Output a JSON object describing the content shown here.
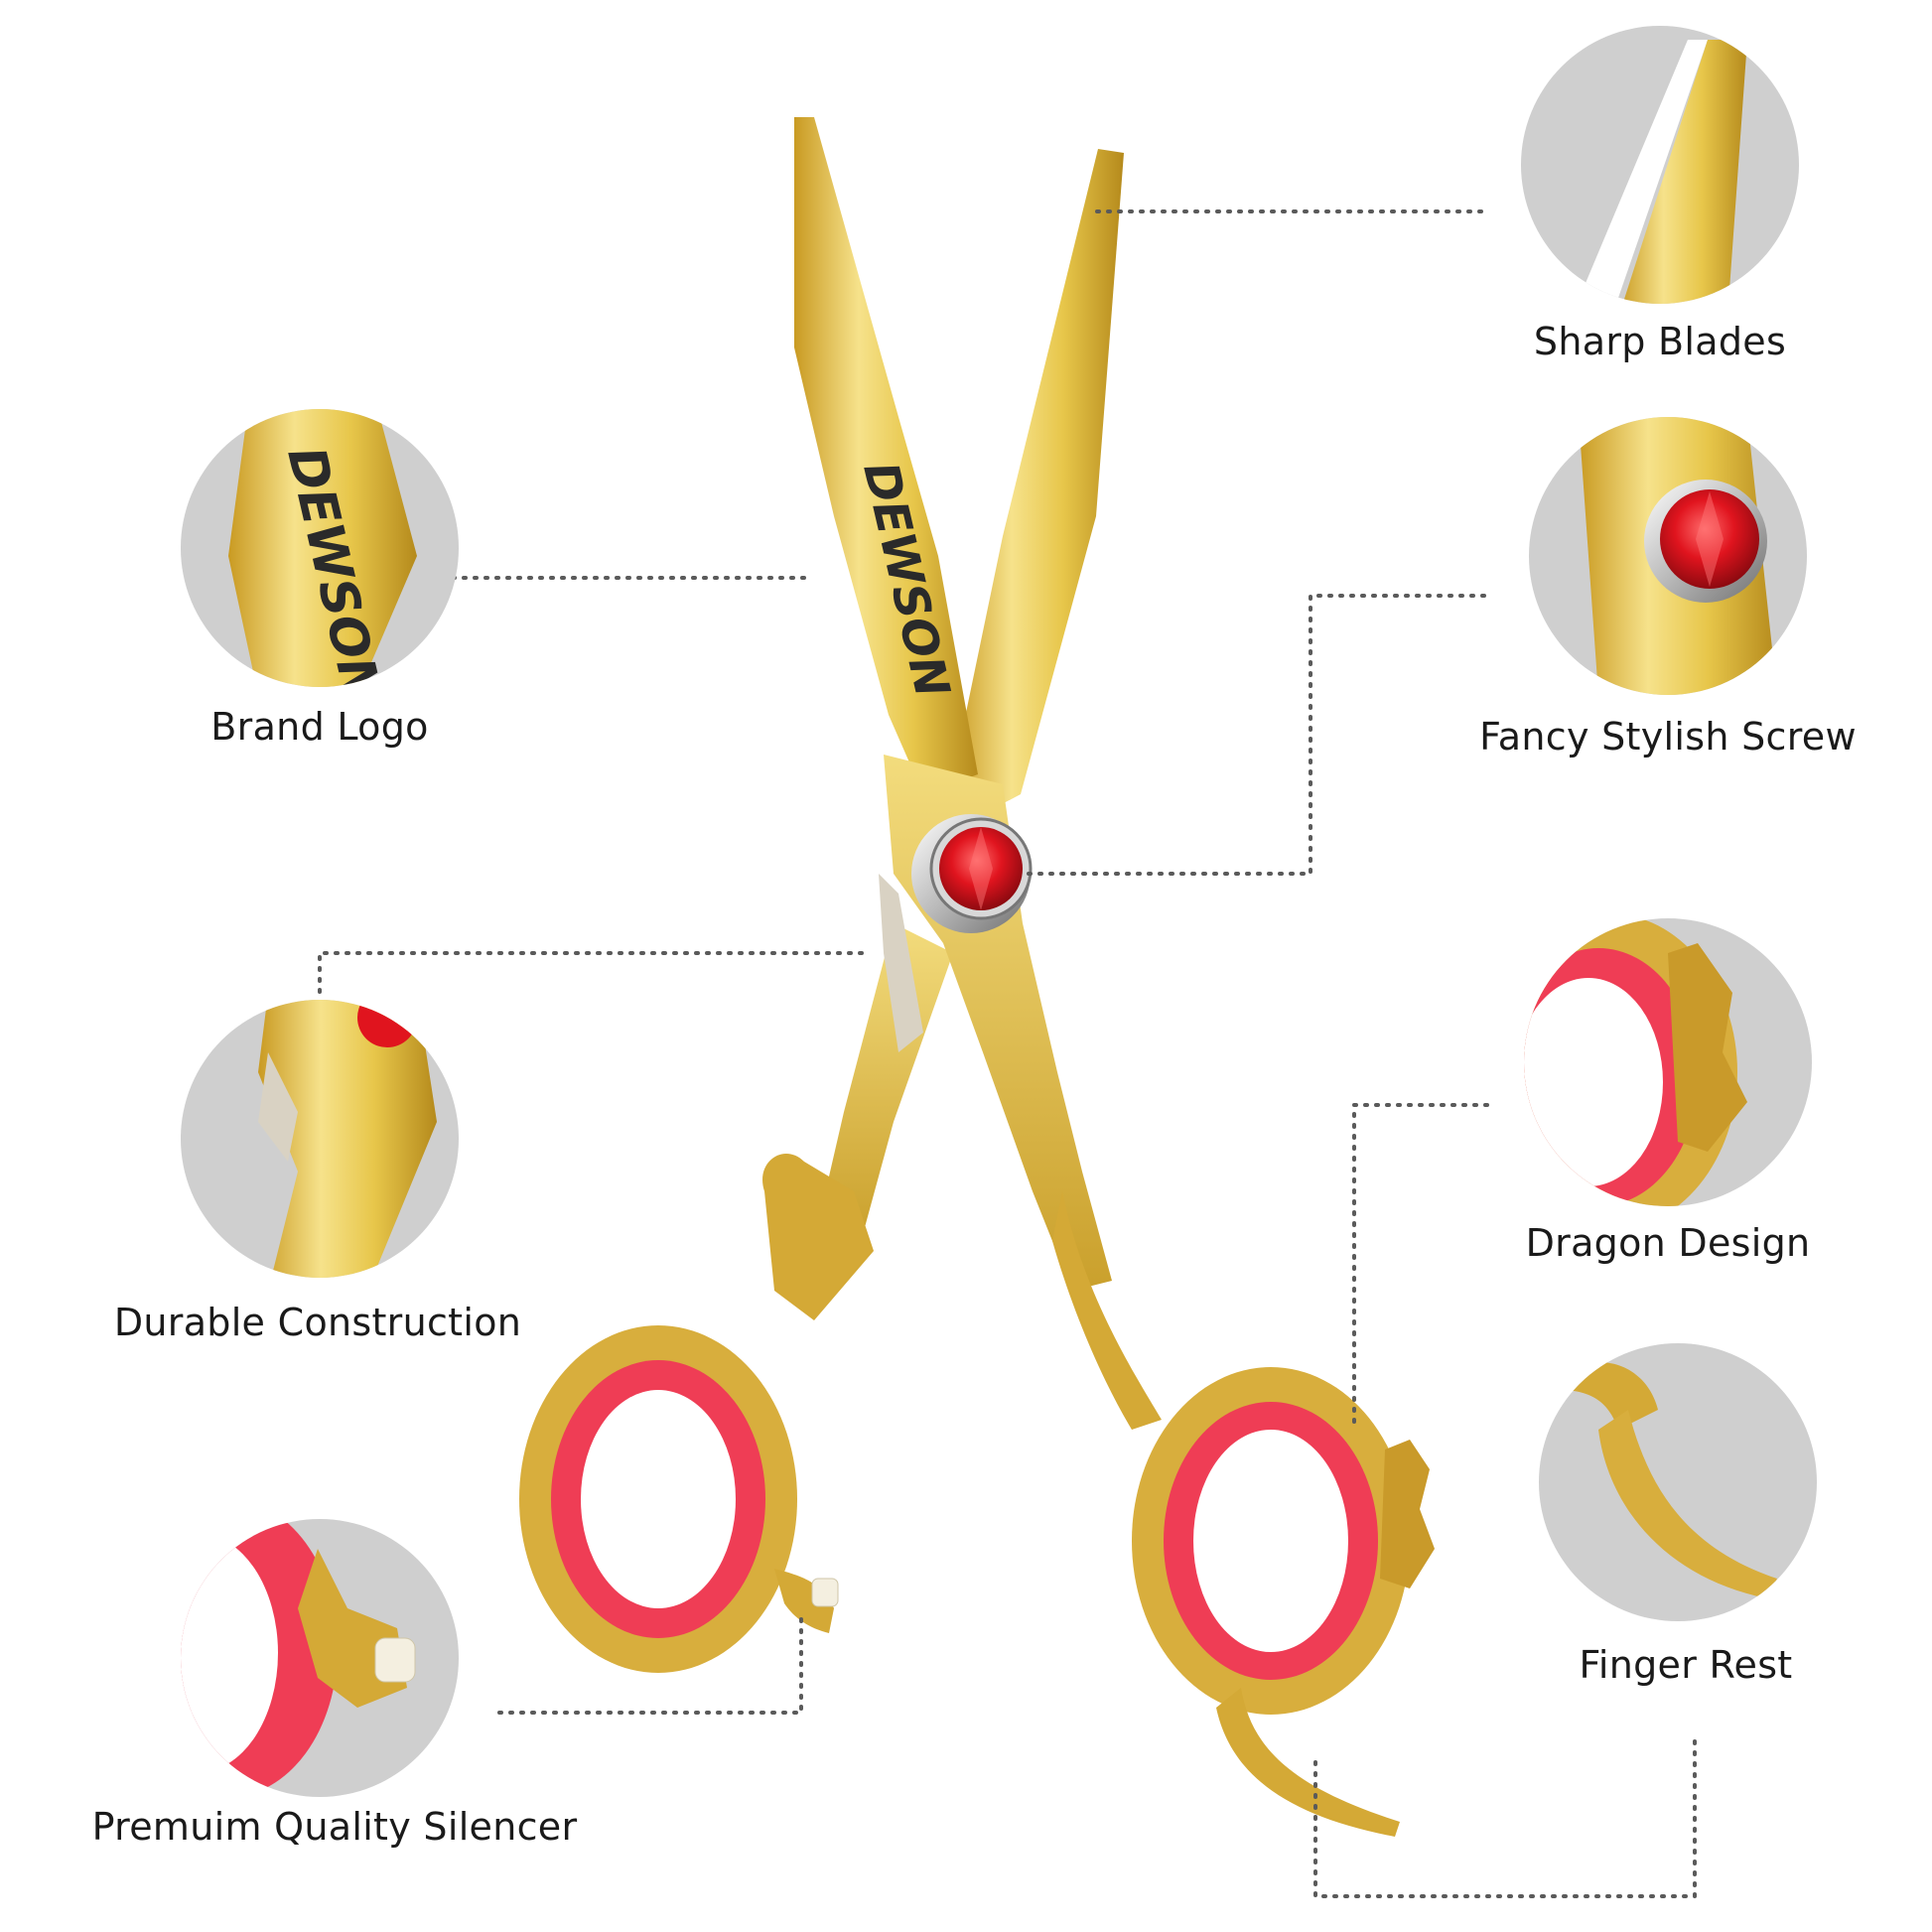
{
  "brand": {
    "engraving": "DEWSON"
  },
  "features": {
    "sharp_blades": "Sharp Blades",
    "brand_logo": "Brand Logo",
    "fancy_screw": "Fancy Stylish Screw",
    "durable_construction": "Durable Construction",
    "dragon_design": "Dragon Design",
    "premium_silencer": "Premuim Quality Silencer",
    "finger_rest": "Finger Rest"
  },
  "colors": {
    "gold": "#e7c64a",
    "gold_light": "#f6e28b",
    "gold_dark": "#b58a1c",
    "ring_red": "#ef3d55",
    "gem_red": "#e0141e",
    "circle_gray": "#cfcfcf",
    "leader_dots": "#5a5a5a"
  }
}
